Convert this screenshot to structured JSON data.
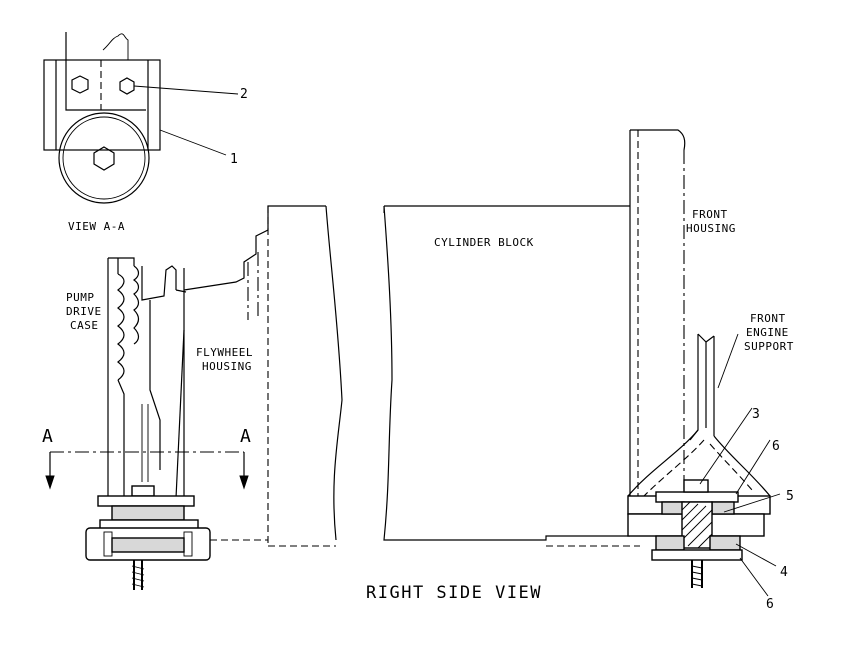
{
  "labels": {
    "view_aa": "VIEW A-A",
    "pump_drive_case": [
      "PUMP",
      "DRIVE",
      "CASE"
    ],
    "flywheel_housing": [
      "FLYWHEEL",
      "HOUSING"
    ],
    "cylinder_block": "CYLINDER BLOCK",
    "front_housing": [
      "FRONT",
      "HOUSING"
    ],
    "front_engine_support": [
      "FRONT",
      "ENGINE",
      "SUPPORT"
    ],
    "section_marker_left": "A",
    "section_marker_right": "A",
    "title": "RIGHT SIDE VIEW"
  },
  "callouts": {
    "c1": "1",
    "c2": "2",
    "c3": "3",
    "c4": "4",
    "c5": "5",
    "c6_top": "6",
    "c6_bottom": "6"
  }
}
